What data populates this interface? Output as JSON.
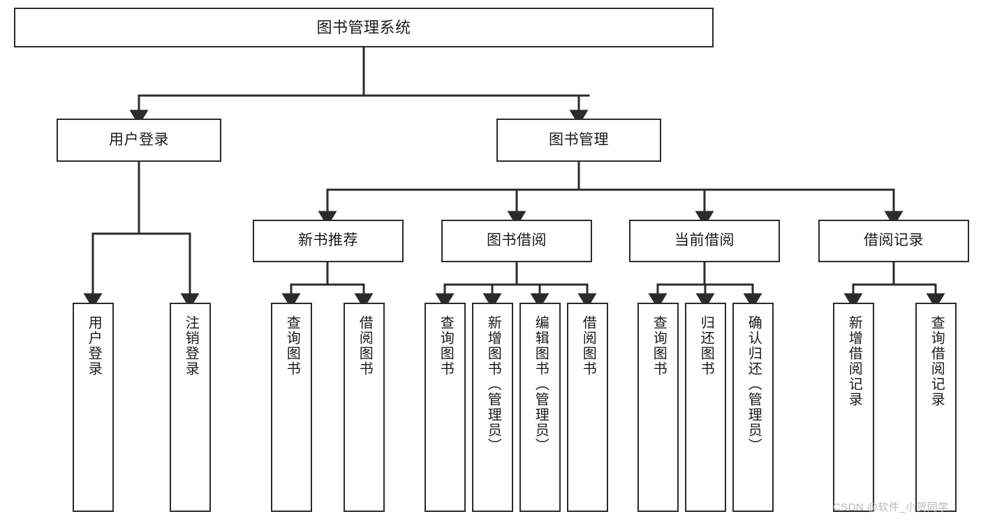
{
  "diagram": {
    "title": "图书管理系统",
    "type": "tree",
    "watermark": "CSDN @软件_小贺同学",
    "colors": {
      "box_border": "#2b2b2b",
      "box_fill": "#ffffff",
      "connector": "#2b2b2b",
      "text": "#1a1a1a",
      "watermark": "#b9b9b9"
    },
    "nodes": {
      "root": {
        "label": "图书管理系统"
      },
      "level2": [
        {
          "label": "用户登录"
        },
        {
          "label": "图书管理"
        }
      ],
      "level3": [
        {
          "label": "新书推荐"
        },
        {
          "label": "图书借阅"
        },
        {
          "label": "当前借阅"
        },
        {
          "label": "借阅记录"
        }
      ],
      "leaves": {
        "user_login": [
          {
            "label": "用户登录"
          },
          {
            "label": "注销登录"
          }
        ],
        "new_book_recommend": [
          {
            "label": "查询图书"
          },
          {
            "label": "借阅图书"
          }
        ],
        "book_borrow": [
          {
            "label": "查询图书"
          },
          {
            "label": "新增图书（管理员）"
          },
          {
            "label": "编辑图书（管理员）"
          },
          {
            "label": "借阅图书"
          }
        ],
        "current_borrow": [
          {
            "label": "查询图书"
          },
          {
            "label": "归还图书"
          },
          {
            "label": "确认归还（管理员）"
          }
        ],
        "borrow_record": [
          {
            "label": "新增借阅记录"
          },
          {
            "label": "查询借阅记录"
          }
        ]
      }
    }
  }
}
